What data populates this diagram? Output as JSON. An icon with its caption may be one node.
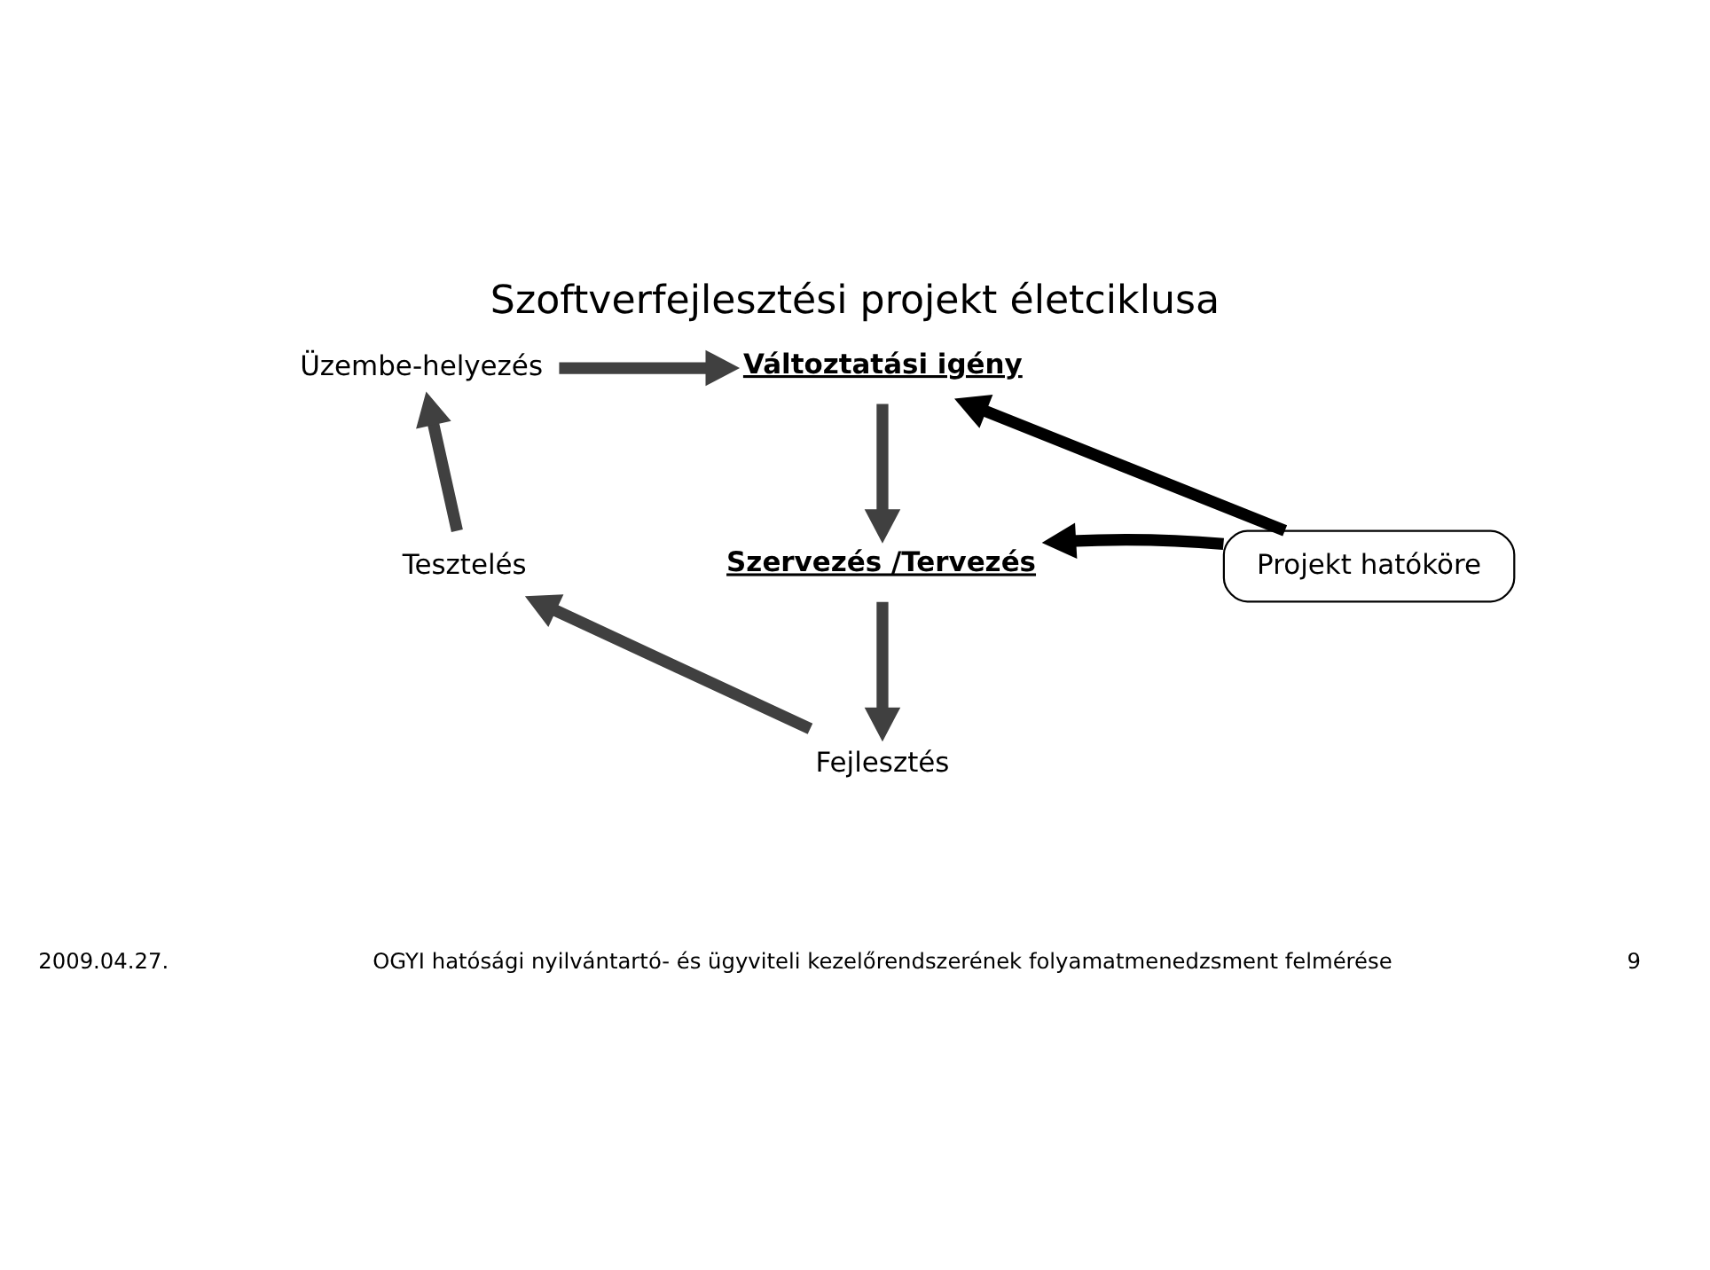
{
  "diagram": {
    "title": "Szoftverfejlesztési projekt életciklusa",
    "nodes": [
      {
        "text": [
          "Változtatási igény"
        ]
      },
      {
        "text": [
          "Szervezés /Tervezés"
        ]
      },
      {
        "text": [
          "Fejlesztés"
        ]
      },
      {
        "text": [
          "Tesztelés"
        ]
      },
      {
        "text": [
          "Üzembe-helyezés"
        ]
      },
      {
        "text": [
          "Projekt hatóköre"
        ]
      }
    ],
    "edges": [
      {
        "from": 4,
        "to": 0,
        "arrow": "to"
      },
      {
        "from": 0,
        "to": 1,
        "arrow": "to"
      },
      {
        "from": 1,
        "to": 2,
        "arrow": "to"
      },
      {
        "from": 2,
        "to": 3,
        "arrow": "to"
      },
      {
        "from": 3,
        "to": 4,
        "arrow": "to"
      },
      {
        "from": 5,
        "to": 0,
        "arrow": "to",
        "color": "#000000"
      },
      {
        "from": 5,
        "to": 1,
        "arrow": "to",
        "color": "#000000"
      }
    ],
    "labels": [
      "2009.04.27.",
      "OGYI hatósági nyilvántartó- és ügyviteli kezelőrendszerének folyamatmenedzsment felmérése",
      "9"
    ]
  }
}
